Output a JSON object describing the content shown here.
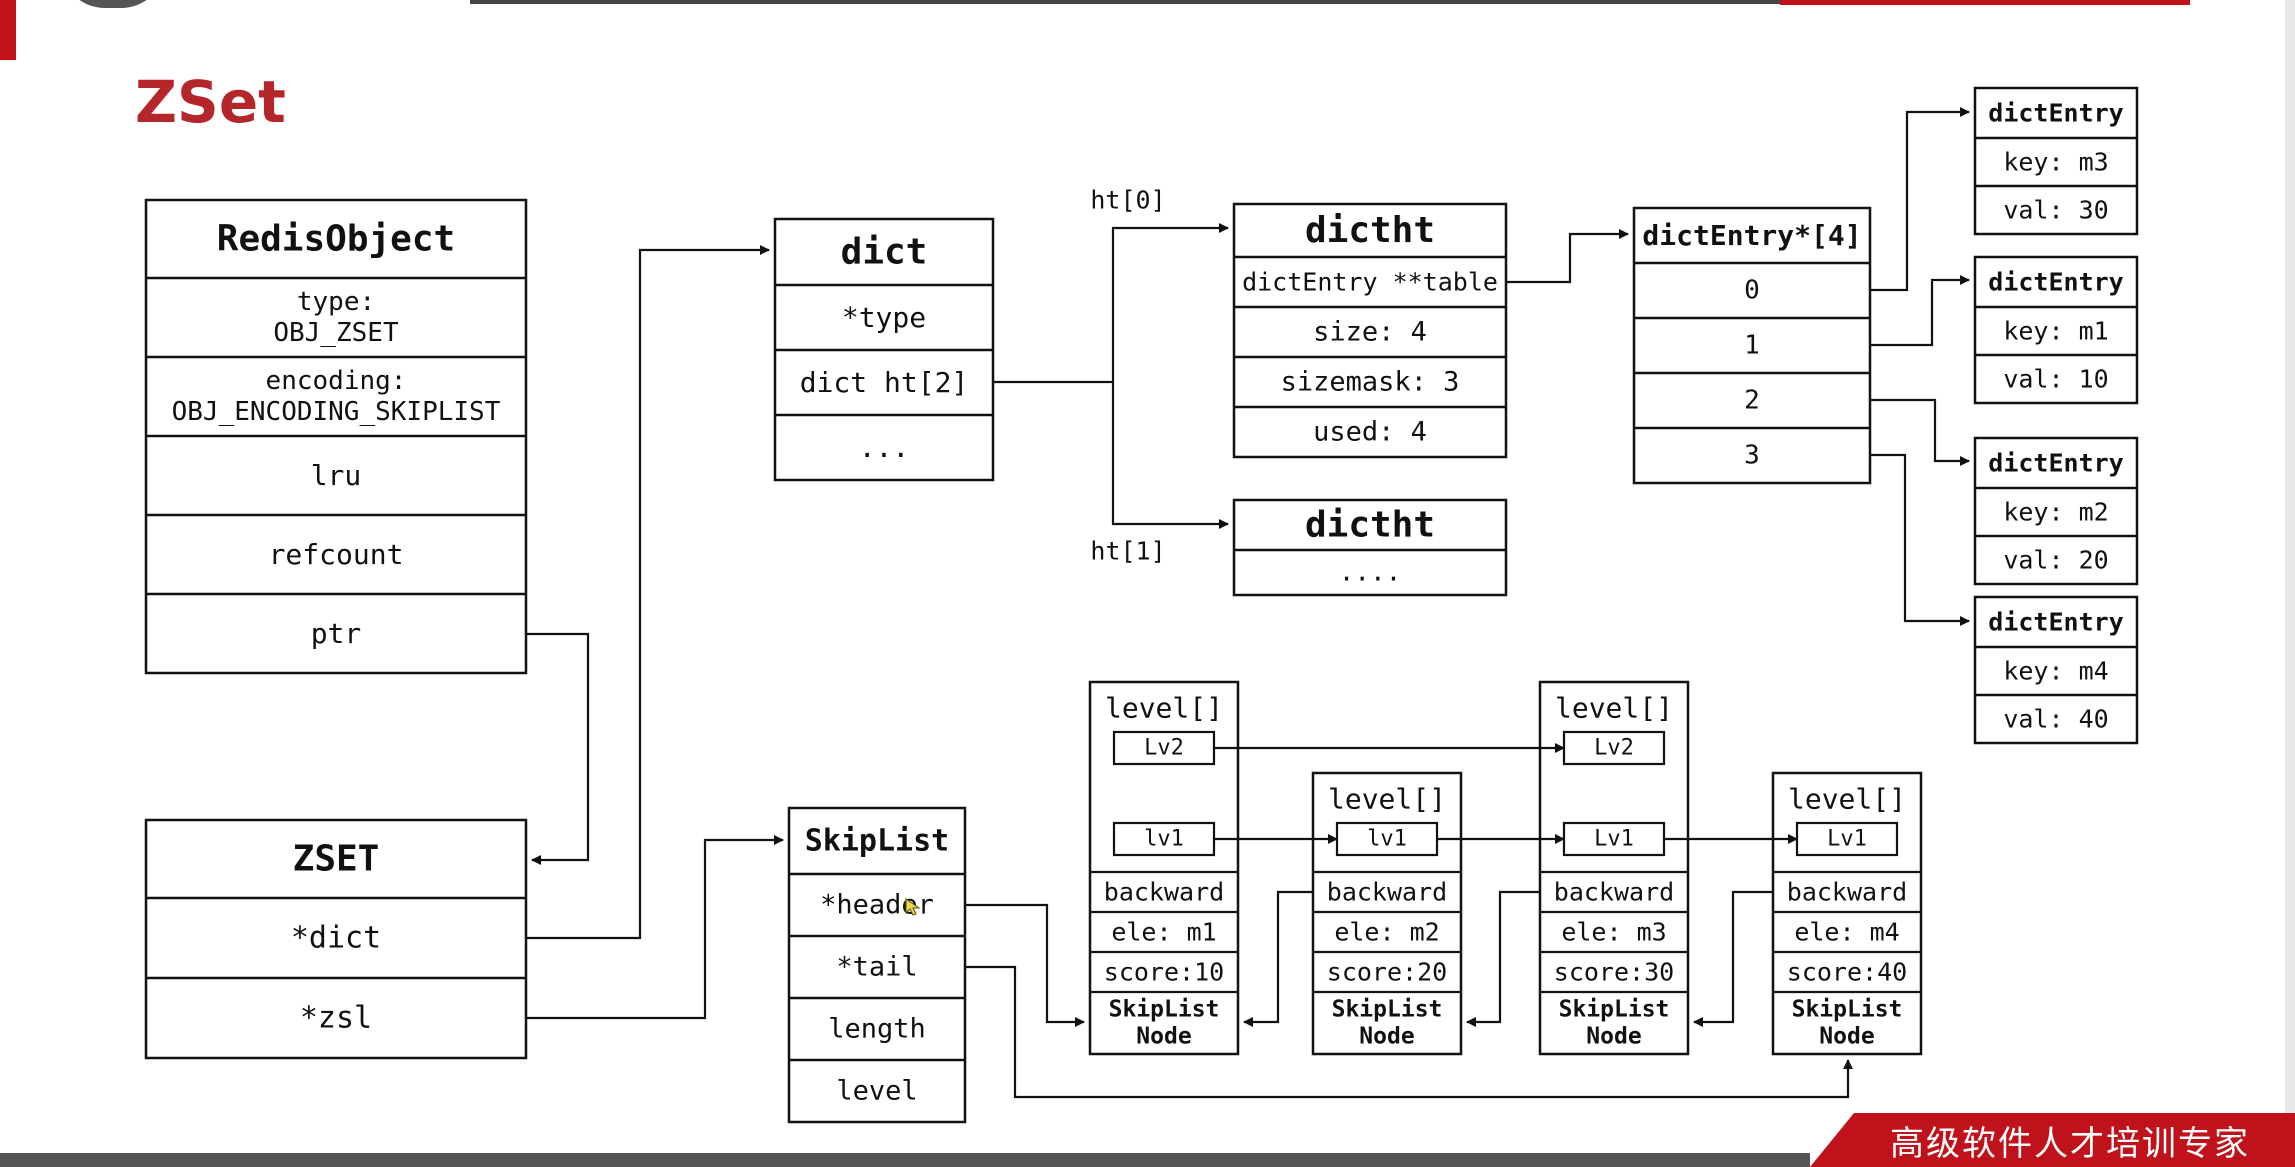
{
  "slide": {
    "title": "ZSet",
    "footer_text": "高级软件人才培训专家"
  },
  "labels": {
    "ht0": "ht[0]",
    "ht1": "ht[1]"
  },
  "redis_object": {
    "header": "RedisObject",
    "fields": [
      "type:\nOBJ_ZSET",
      "encoding:\nOBJ_ENCODING_SKIPLIST",
      "lru",
      "refcount",
      "ptr"
    ]
  },
  "zset": {
    "header": "ZSET",
    "fields": [
      "*dict",
      "*zsl"
    ]
  },
  "dict": {
    "header": "dict",
    "fields": [
      "*type",
      "dict ht[2]",
      "..."
    ]
  },
  "dictht0": {
    "header": "dictht",
    "fields": [
      "dictEntry **table",
      "size: 4",
      "sizemask: 3",
      "used: 4"
    ]
  },
  "dictht1": {
    "header": "dictht",
    "fields": [
      "...."
    ]
  },
  "table": {
    "header": "dictEntry*[4]",
    "fields": [
      "0",
      "1",
      "2",
      "3"
    ]
  },
  "entries": [
    {
      "header": "dictEntry",
      "fields": [
        "key: m3",
        "val: 30"
      ]
    },
    {
      "header": "dictEntry",
      "fields": [
        "key: m1",
        "val: 10"
      ]
    },
    {
      "header": "dictEntry",
      "fields": [
        "key: m2",
        "val: 20"
      ]
    },
    {
      "header": "dictEntry",
      "fields": [
        "key: m4",
        "val: 40"
      ]
    }
  ],
  "skiplist": {
    "header": "SkipList",
    "fields": [
      "*header",
      "*tail",
      "length",
      "level"
    ]
  },
  "nodes": [
    {
      "level_label": "level[]",
      "levels": [
        "Lv2",
        "lv1"
      ],
      "fields": [
        "backward",
        "ele: m1",
        "score:10"
      ],
      "footer": "SkipList\nNode"
    },
    {
      "level_label": "level[]",
      "levels": [
        "lv1"
      ],
      "fields": [
        "backward",
        "ele: m2",
        "score:20"
      ],
      "footer": "SkipList\nNode"
    },
    {
      "level_label": "level[]",
      "levels": [
        "Lv2",
        "Lv1"
      ],
      "fields": [
        "backward",
        "ele: m3",
        "score:30"
      ],
      "footer": "SkipList\nNode"
    },
    {
      "level_label": "level[]",
      "levels": [
        "Lv1"
      ],
      "fields": [
        "backward",
        "ele: m4",
        "score:40"
      ],
      "footer": "SkipList\nNode"
    }
  ]
}
